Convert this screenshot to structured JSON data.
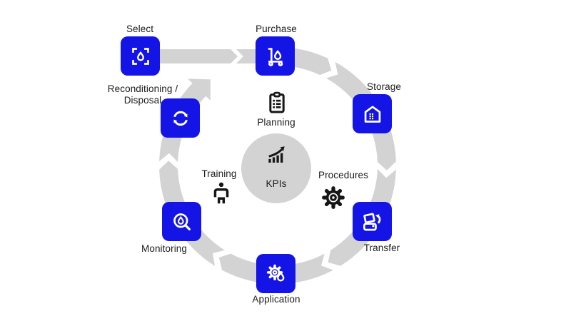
{
  "diagram": {
    "cycle_steps": [
      {
        "label": "Select",
        "icon": "droplet-target-icon"
      },
      {
        "label": "Purchase",
        "icon": "trolley-droplet-icon"
      },
      {
        "label": "Storage",
        "icon": "storage-shed-icon"
      },
      {
        "label": "Transfer",
        "icon": "container-pour-icon"
      },
      {
        "label": "Application",
        "icon": "gear-droplet-icon"
      },
      {
        "label": "Monitoring",
        "icon": "magnifier-droplet-icon"
      },
      {
        "label": "Reconditioning / Disposal",
        "icon": "recycle-arrows-icon"
      }
    ],
    "support_items": [
      {
        "label": "Planning",
        "icon": "clipboard-checklist-icon"
      },
      {
        "label": "Procedures",
        "icon": "gear-icon"
      },
      {
        "label": "Training",
        "icon": "person-icon"
      }
    ],
    "center": {
      "label": "KPIs",
      "icon": "growth-chart-icon"
    },
    "colors": {
      "accent_blue": "#1414e6",
      "ring_gray": "#d3d3d3",
      "center_circle_gray": "#d3d3d3",
      "icon_glyph": "#ffffff",
      "inner_icon_black": "#161616",
      "text": "#1c1c1c",
      "background": "#ffffff"
    }
  }
}
